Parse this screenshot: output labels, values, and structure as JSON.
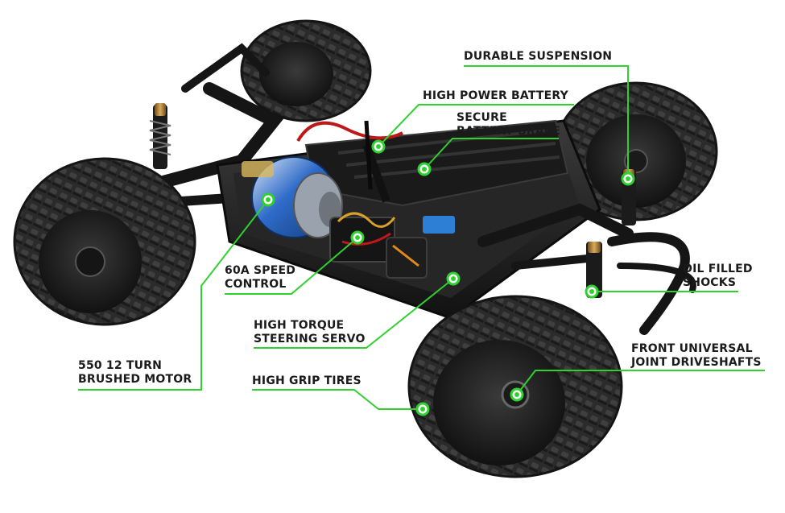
{
  "colors": {
    "callout": "#2fd12f",
    "label_text": "#1b1b1b",
    "tire": "#2a2a2a",
    "chassis": "#1e1e1e",
    "shock_gold": "#b0843a",
    "motor_blue": "#2f6bc9",
    "background": "#ffffff"
  },
  "callouts": {
    "durable_suspension": {
      "lines": [
        "DURABLE SUSPENSION"
      ]
    },
    "high_power_battery": {
      "lines": [
        "HIGH POWER BATTERY"
      ]
    },
    "battery_brace": {
      "lines": [
        "SECURE",
        "BATTERY BRACE"
      ]
    },
    "speed_control": {
      "lines": [
        "60A SPEED",
        "CONTROL"
      ]
    },
    "oil_shocks": {
      "lines": [
        "OIL FILLED",
        "SHOCKS"
      ]
    },
    "steering_servo": {
      "lines": [
        "HIGH TORQUE",
        "STEERING SERVO"
      ]
    },
    "motor": {
      "lines": [
        "550 12 TURN",
        "BRUSHED MOTOR"
      ]
    },
    "front_driveshafts": {
      "lines": [
        "FRONT UNIVERSAL",
        "JOINT DRIVESHAFTS"
      ]
    },
    "tires": {
      "lines": [
        "HIGH GRIP TIRES"
      ]
    }
  },
  "icons": {
    "callout_marker": "green-ring-dot",
    "subject": "rc-monster-truck-chassis"
  }
}
